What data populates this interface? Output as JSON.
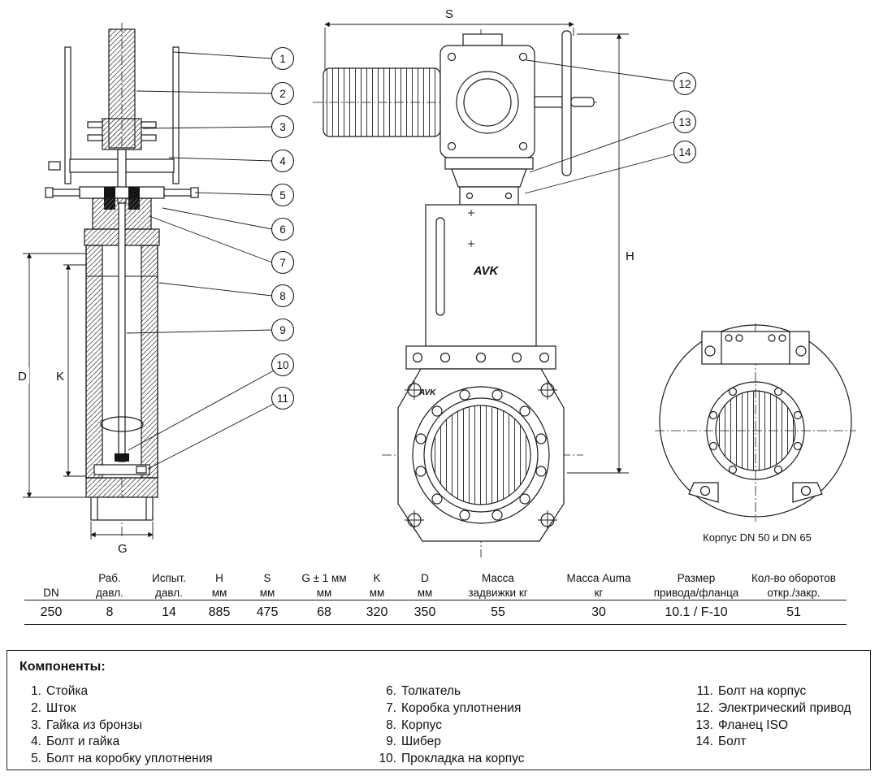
{
  "drawing": {
    "callouts": [
      "1",
      "2",
      "3",
      "4",
      "5",
      "6",
      "7",
      "8",
      "9",
      "10",
      "11",
      "12",
      "13",
      "14"
    ],
    "dims": {
      "S": "S",
      "H": "H",
      "D": "D",
      "K": "K",
      "G": "G"
    },
    "logo": "AVK",
    "detail_caption": "Корпус DN 50 и DN 65"
  },
  "table": {
    "headers": [
      {
        "lines": [
          "DN"
        ]
      },
      {
        "lines": [
          "Раб.",
          "давл."
        ]
      },
      {
        "lines": [
          "Испыт.",
          "давл."
        ]
      },
      {
        "lines": [
          "H",
          "мм"
        ]
      },
      {
        "lines": [
          "S",
          "мм"
        ]
      },
      {
        "lines": [
          "G ± 1 мм",
          "мм"
        ]
      },
      {
        "lines": [
          "K",
          "мм"
        ]
      },
      {
        "lines": [
          "D",
          "мм"
        ]
      },
      {
        "lines": [
          "Масса",
          "задвижки кг"
        ]
      },
      {
        "lines": [
          "Масса Auma",
          "кг"
        ]
      },
      {
        "lines": [
          "Размер",
          "привода/фланца"
        ]
      },
      {
        "lines": [
          "Кол-во оборотов",
          "откр./закр."
        ]
      }
    ],
    "values": [
      "250",
      "8",
      "14",
      "885",
      "475",
      "68",
      "320",
      "350",
      "55",
      "30",
      "10.1 / F-10",
      "51"
    ]
  },
  "legend": {
    "title": "Компоненты:",
    "columns": [
      {
        "items": [
          {
            "num": "1.",
            "label": "Стойка"
          },
          {
            "num": "2.",
            "label": "Шток"
          },
          {
            "num": "3.",
            "label": "Гайка из бронзы"
          },
          {
            "num": "4.",
            "label": "Болт и гайка"
          },
          {
            "num": "5.",
            "label": "Болт на коробку уплотнения"
          }
        ]
      },
      {
        "items": [
          {
            "num": "6.",
            "label": "Толкатель"
          },
          {
            "num": "7.",
            "label": "Коробка уплотнения"
          },
          {
            "num": "8.",
            "label": "Корпус"
          },
          {
            "num": "9.",
            "label": "Шибер"
          },
          {
            "num": "10.",
            "label": "Прокладка на корпус"
          }
        ]
      },
      {
        "items": [
          {
            "num": "11.",
            "label": "Болт на корпус"
          },
          {
            "num": "12.",
            "label": "Электрический привод"
          },
          {
            "num": "13.",
            "label": "Фланец ISO"
          },
          {
            "num": "14.",
            "label": "Болт"
          }
        ]
      }
    ]
  }
}
